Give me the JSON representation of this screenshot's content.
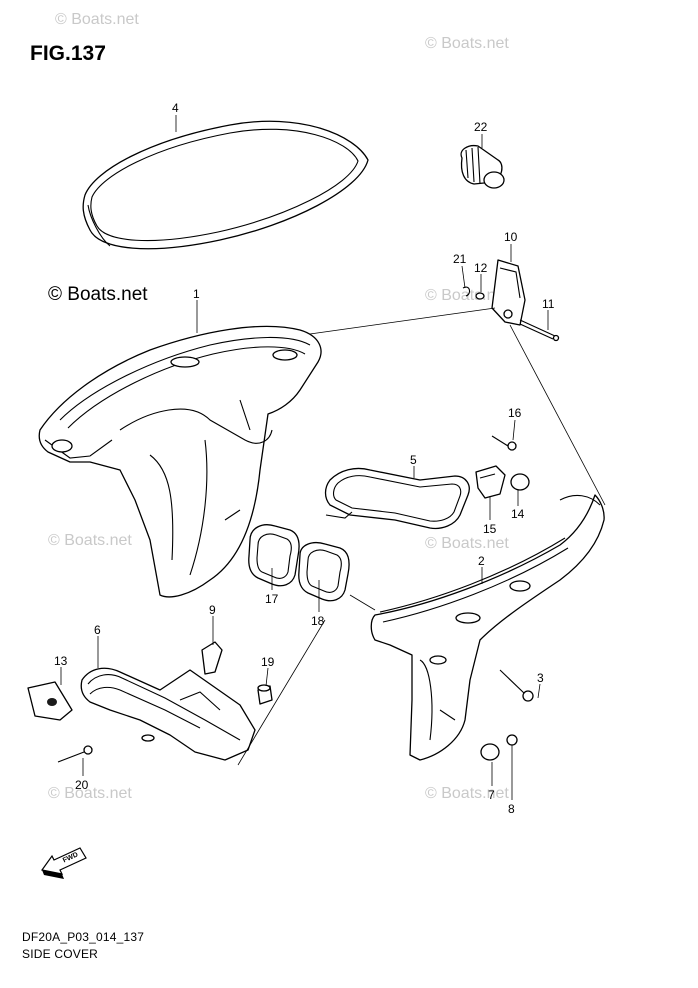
{
  "figure": {
    "title": "FIG.137",
    "code": "DF20A_P03_014_137",
    "name": "SIDE COVER"
  },
  "watermark": "© Boats.net",
  "fwd_label": "FWD",
  "callouts": [
    "1",
    "2",
    "3",
    "4",
    "5",
    "6",
    "7",
    "8",
    "9",
    "10",
    "11",
    "12",
    "13",
    "14",
    "15",
    "16",
    "17",
    "18",
    "19",
    "20",
    "21",
    "22"
  ],
  "colors": {
    "ink": "#000000",
    "watermark": "#c9c9c9",
    "paper": "#ffffff"
  }
}
